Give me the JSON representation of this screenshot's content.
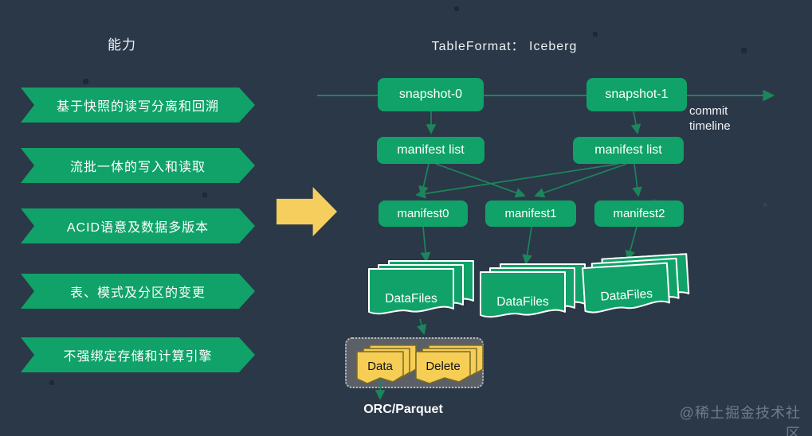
{
  "left_panel": {
    "title": "能力",
    "capabilities": [
      "基于快照的读写分离和回溯",
      "流批一体的写入和读取",
      "ACID语意及数据多版本",
      "表、模式及分区的变更",
      "不强绑定存储和计算引擎"
    ]
  },
  "diagram": {
    "title": "TableFormat： Iceberg",
    "timeline_label": "commit timeline",
    "snapshots": [
      "snapshot-0",
      "snapshot-1"
    ],
    "manifest_lists": [
      "manifest list",
      "manifest list"
    ],
    "manifests": [
      "manifest0",
      "manifest1",
      "manifest2"
    ],
    "datafile_stacks": [
      "DataFiles",
      "DataFiles",
      "DataFiles"
    ],
    "file_types": [
      "Data",
      "Delete"
    ],
    "storage_format": "ORC/Parquet"
  },
  "watermark": "@稀土掘金技术社区",
  "colors": {
    "background": "#2B3848",
    "node_green": "#10A268",
    "connector_green": "#1C855B",
    "highlight_yellow": "#F6CE5E",
    "file_yellow": "#F6CE55",
    "group_gray": "#5B6066",
    "watermark_gray": "#9AA4B0"
  }
}
